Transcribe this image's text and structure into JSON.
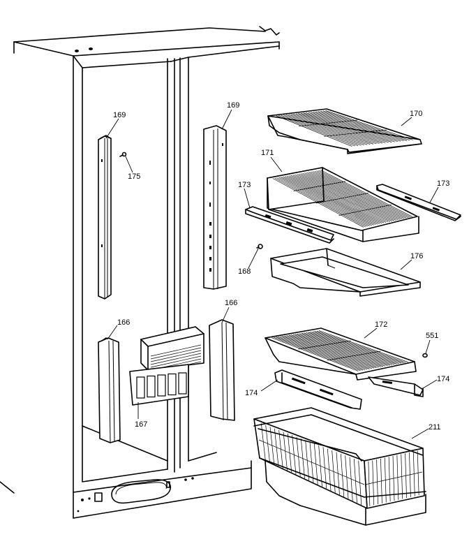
{
  "callouts": {
    "c169a": "169",
    "c169b": "169",
    "c175": "175",
    "c170": "170",
    "c171": "171",
    "c173a": "173",
    "c173b": "173",
    "c168": "168",
    "c176": "176",
    "c166a": "166",
    "c166b": "166",
    "c167": "167",
    "c172": "172",
    "c551": "551",
    "c174a": "174",
    "c174b": "174",
    "c211": "211"
  }
}
